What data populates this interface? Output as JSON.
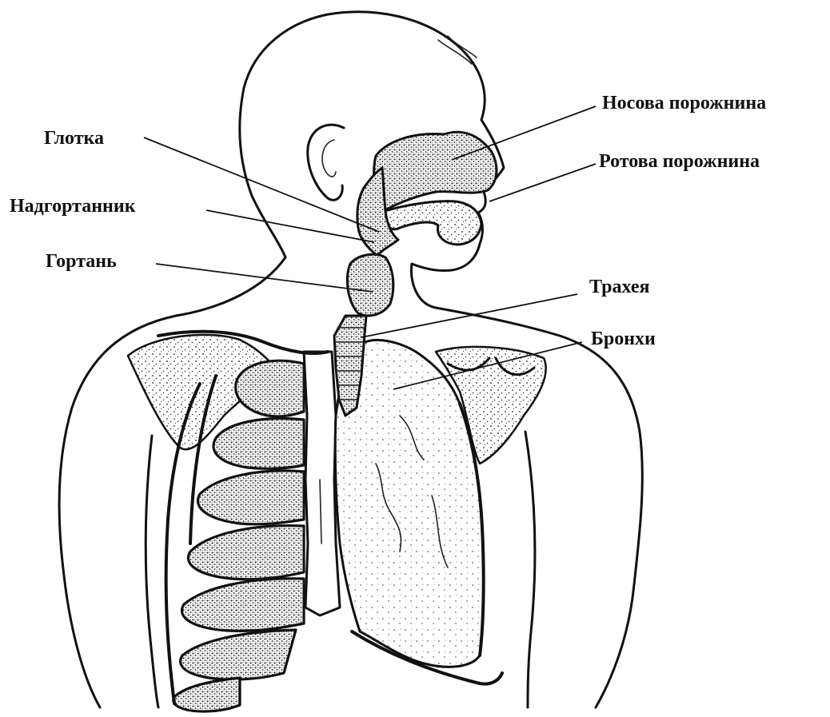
{
  "diagram": {
    "labels": {
      "nasal_cavity": "Носова порожнина",
      "pharynx": "Глотка",
      "oral_cavity": "Ротова порожнина",
      "epiglottis": "Надгортанник",
      "larynx": "Гортань",
      "trachea": "Трахея",
      "bronchi": "Бронхи"
    },
    "colors": {
      "ink": "#111111",
      "background": "#ffffff"
    }
  }
}
